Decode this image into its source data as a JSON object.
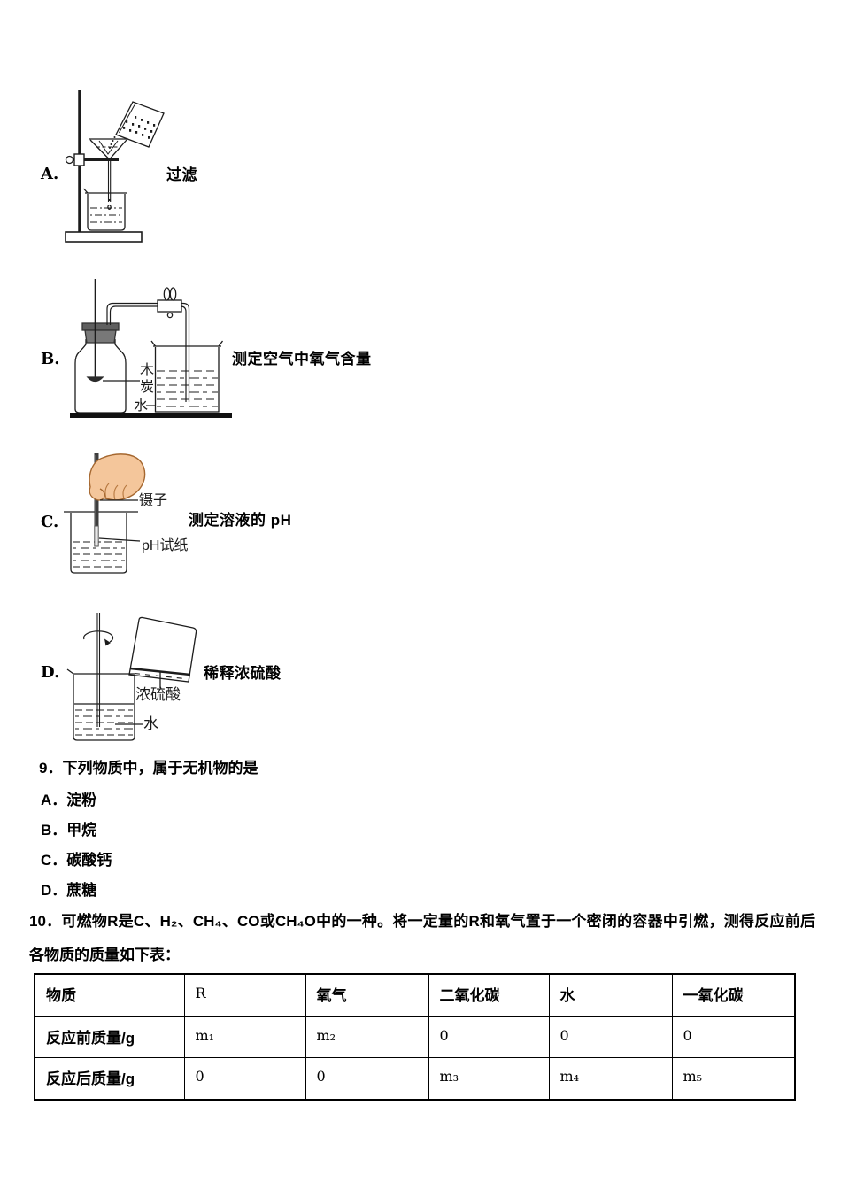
{
  "apparatus": [
    {
      "letter": "A.",
      "caption": "过滤"
    },
    {
      "letter": "B.",
      "caption": "测定空气中氧气含量",
      "labels": {
        "charcoal_1": "木",
        "charcoal_2": "炭",
        "water": "水"
      }
    },
    {
      "letter": "C.",
      "caption": "测定溶液的 pH",
      "labels": {
        "tweezers": "镊子",
        "ph_paper": "pH试纸"
      }
    },
    {
      "letter": "D.",
      "caption": "稀释浓硫酸",
      "labels": {
        "acid": "浓硫酸",
        "water": "水"
      }
    }
  ],
  "question9": {
    "stem": "9．下列物质中，属于无机物的是",
    "options": [
      "A．淀粉",
      "B．甲烷",
      "C．碳酸钙",
      "D．蔗糖"
    ]
  },
  "question10": {
    "stem": "10．可燃物R是C、H₂、CH₄、CO或CH₄O中的一种。将一定量的R和氧气置于一个密闭的容器中引燃，测得反应前后各物质的质量如下表：",
    "table": {
      "headers": [
        "物质",
        "R",
        "氧气",
        "二氧化碳",
        "水",
        "一氧化碳"
      ],
      "rows": [
        [
          "反应前质量/g",
          "m₁",
          "m₂",
          "0",
          "0",
          "0"
        ],
        [
          "反应后质量/g",
          "0",
          "0",
          "m₃",
          "m₄",
          "m₅"
        ]
      ]
    }
  }
}
